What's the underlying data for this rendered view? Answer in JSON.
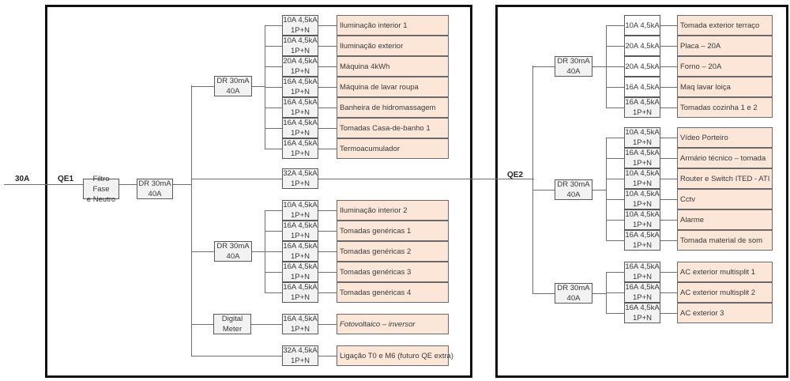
{
  "supply": {
    "label": "30A"
  },
  "qe1": {
    "label": "QE1",
    "filter": {
      "line1": "Filtro Fase",
      "line2": "e Neutro"
    },
    "main_dr": {
      "line1": "DR 30mA",
      "line2": "40A"
    },
    "group_a": {
      "dr": {
        "line1": "DR 30mA",
        "line2": "40A"
      },
      "circuits": [
        {
          "breaker1": "10A 4,5kA",
          "breaker2": "1P+N",
          "load": "Iluminação interior 1"
        },
        {
          "breaker1": "10A 4,5kA",
          "breaker2": "1P+N",
          "load": "Iluminação exterior"
        },
        {
          "breaker1": "20A 4,5kA",
          "breaker2": "1P+N",
          "load": "Máquina 4kWh"
        },
        {
          "breaker1": "16A 4,5kA",
          "breaker2": "1P+N",
          "load": "Máquina de lavar roupa"
        },
        {
          "breaker1": "16A 4,5kA",
          "breaker2": "1P+N",
          "load": "Banheira de hidromassagem"
        },
        {
          "breaker1": "16A 4,5kA",
          "breaker2": "1P+N",
          "load": "Tomadas Casa-de-banho 1"
        },
        {
          "breaker1": "16A 4,5kA",
          "breaker2": "1P+N",
          "load": "Termoacumulador"
        }
      ]
    },
    "feeder": {
      "breaker1": "32A 4,5kA",
      "breaker2": "1P+N"
    },
    "group_b": {
      "dr": {
        "line1": "DR 30mA",
        "line2": "40A"
      },
      "circuits": [
        {
          "breaker1": "10A 4,5kA",
          "breaker2": "1P+N",
          "load": "Iluminação interior 2"
        },
        {
          "breaker1": "16A 4,5kA",
          "breaker2": "1P+N",
          "load": "Tomadas genéricas 1"
        },
        {
          "breaker1": "16A 4,5kA",
          "breaker2": "1P+N",
          "load": "Tomadas genéricas 2"
        },
        {
          "breaker1": "16A 4,5kA",
          "breaker2": "1P+N",
          "load": "Tomadas genéricas 3"
        },
        {
          "breaker1": "16A 4,5kA",
          "breaker2": "1P+N",
          "load": "Tomadas genéricas 4"
        }
      ]
    },
    "meter": {
      "device": {
        "line1": "Digital",
        "line2": "Meter"
      },
      "breaker1": "16A 4,5kA",
      "breaker2": "1P+N",
      "load": "Fotovoltaico – inversor"
    },
    "extra": {
      "breaker1": "32A 4,5kA",
      "breaker2": "1P+N",
      "load": "Ligação T0 e M6 (futuro QE extra)"
    }
  },
  "qe2": {
    "label": "QE2",
    "group_a": {
      "dr": {
        "line1": "DR 30mA",
        "line2": "40A"
      },
      "circuits": [
        {
          "breaker1": "10A 4,5kA",
          "breaker2": "",
          "load": "Tomada exterior terraço"
        },
        {
          "breaker1": "20A 4,5kA",
          "breaker2": "",
          "load": "Placa – 20A"
        },
        {
          "breaker1": "20A 4,5kA",
          "breaker2": "",
          "load": "Forno – 20A"
        },
        {
          "breaker1": "16A 4,5kA",
          "breaker2": "",
          "load": "Maq lavar loiça"
        },
        {
          "breaker1": "16A 4,5kA",
          "breaker2": "1P+N",
          "load": "Tomadas cozinha 1 e 2"
        }
      ]
    },
    "group_b": {
      "dr": {
        "line1": "DR 30mA",
        "line2": "40A"
      },
      "circuits": [
        {
          "breaker1": "10A 4,5kA",
          "breaker2": "1P+N",
          "load": "Vídeo Porteiro"
        },
        {
          "breaker1": "16A 4,5kA",
          "breaker2": "1P+N",
          "load": " Armário técnico – tomada"
        },
        {
          "breaker1": "10A 4,5kA",
          "breaker2": "1P+N",
          "load": "Router e Switch ITED - ATI"
        },
        {
          "breaker1": "10A 4,5kA",
          "breaker2": "1P+N",
          "load": "Cctv"
        },
        {
          "breaker1": "10A 4,5kA",
          "breaker2": "1P+N",
          "load": "Alarme"
        },
        {
          "breaker1": "16A 4,5kA",
          "breaker2": "1P+N",
          "load": "Tomada material de som"
        }
      ]
    },
    "group_c": {
      "dr": {
        "line1": "DR 30mA",
        "line2": "40A"
      },
      "circuits": [
        {
          "breaker1": "16A 4,5kA",
          "breaker2": "1P+N",
          "load": "AC exterior multisplit 1"
        },
        {
          "breaker1": "16A 4,5kA",
          "breaker2": "1P+N",
          "load": "AC exterior multisplit 2"
        },
        {
          "breaker1": "16A 4,5kA",
          "breaker2": "1P+N",
          "load": "AC exterior 3"
        }
      ]
    }
  }
}
